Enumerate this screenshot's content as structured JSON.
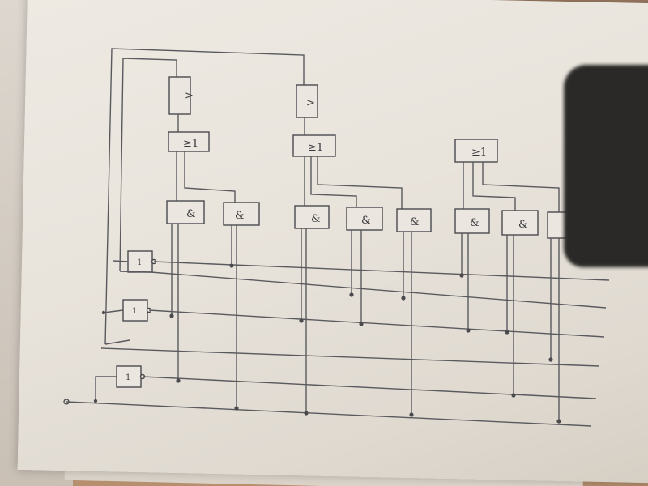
{
  "diagram": {
    "gates": {
      "and_label": "&",
      "or_label": "≥1",
      "or_label_alt": "≥1",
      "not_label": "1",
      "delay_label": ">"
    }
  }
}
